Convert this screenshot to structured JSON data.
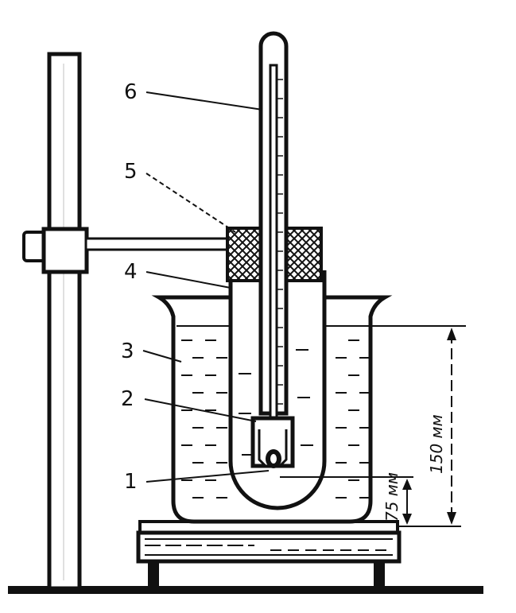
{
  "labels": {
    "part1": "1",
    "part2": "2",
    "part3": "3",
    "part4": "4",
    "part5": "5",
    "part6": "6"
  },
  "dimensions": {
    "bottom_gap": "75 мм",
    "liquid_depth": "150 мм"
  },
  "colors": {
    "ink": "#111111",
    "paper": "#ffffff"
  }
}
